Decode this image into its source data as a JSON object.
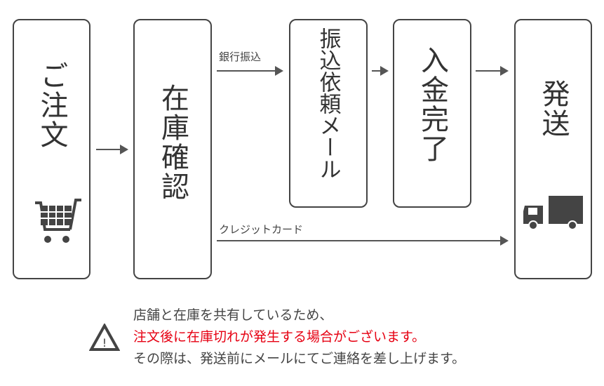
{
  "steps": [
    {
      "label": "ご注文",
      "icon": "shopping-cart-icon"
    },
    {
      "label": "在庫確認"
    },
    {
      "label": "振込依頼メール"
    },
    {
      "label": "入金完了"
    },
    {
      "label": "発送",
      "icon": "delivery-truck-icon"
    }
  ],
  "paths": {
    "bank": "銀行振込",
    "card": "クレジットカード"
  },
  "notice": {
    "icon": "warning-icon",
    "line1": "店舗と在庫を共有しているため、",
    "line2": "注文後に在庫切れが発生する場合がございます。",
    "line3": "その際は、発送前にメールにてご連絡を差し上げます。",
    "accent": "#e60012"
  }
}
